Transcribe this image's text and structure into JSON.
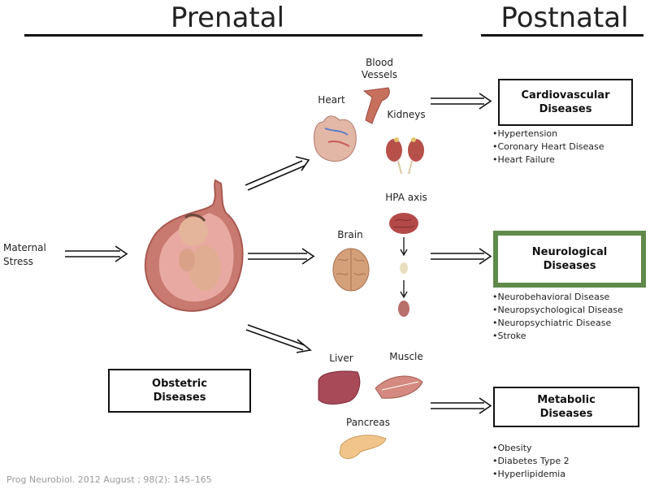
{
  "headers": {
    "prenatal": "Prenatal",
    "postnatal": "Postnatal"
  },
  "input": {
    "line1": "Maternal",
    "line2": "Stress"
  },
  "organs": {
    "blood_vessels": {
      "line1": "Blood",
      "line2": "Vessels"
    },
    "heart": "Heart",
    "kidneys": "Kidneys",
    "hpa_axis": "HPA axis",
    "brain": "Brain",
    "liver": "Liver",
    "muscle": "Muscle",
    "pancreas": "Pancreas"
  },
  "boxes": {
    "cardiovascular": {
      "line1": "Cardiovascular",
      "line2": "Diseases"
    },
    "neurological": {
      "line1": "Neurological",
      "line2": "Diseases"
    },
    "metabolic": {
      "line1": "Metabolic",
      "line2": "Diseases"
    },
    "obstetric": {
      "line1": "Obstetric",
      "line2": "Diseases"
    }
  },
  "lists": {
    "cardiovascular": [
      "Hypertension",
      "Coronary Heart Disease",
      "Heart Failure"
    ],
    "neurological": [
      "Neurobehavioral Disease",
      "Neuropsychological Disease",
      "Neuropsychiatric Disease",
      "Stroke"
    ],
    "metabolic": [
      "Obesity",
      "Diabetes Type 2",
      "Hyperlipidemia"
    ]
  },
  "citation": "Prog Neurobiol. 2012 August ; 98(2): 145–165",
  "colors": {
    "neuro_border": "#5f8a4b",
    "flesh": "#c98a86",
    "organ_red": "#b54a4a"
  }
}
